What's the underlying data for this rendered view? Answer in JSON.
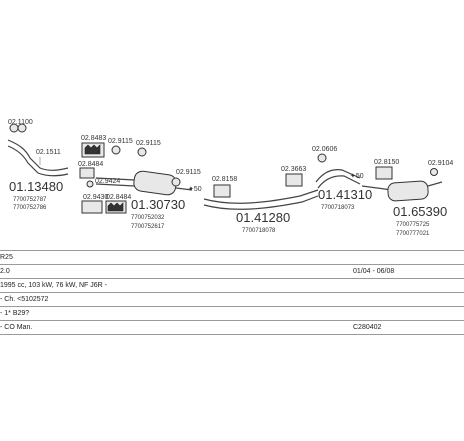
{
  "diagram": {
    "parts": {
      "p1_num": "01.13480",
      "p1_ref1": "7700752787",
      "p1_ref2": "7700752786",
      "p1_top": "02.1100",
      "p1_side": "02.1511",
      "p2_a": "02.8483",
      "p2_b": "02.9115",
      "p2_c": "02.9115",
      "p2_d": "02.8484",
      "p2_e": "02.9424",
      "p2_f": "02.8484",
      "p2_g": "02.9430",
      "p3_num": "01.30730",
      "p3_ref1": "7700752032",
      "p3_ref2": "7700752617",
      "p3_side": "02.9115",
      "p3_arrow": "50",
      "p4_side": "02.8158",
      "p4_num": "01.41280",
      "p4_ref": "7700718078",
      "p5_a": "02.3663",
      "p5_b": "02.0606",
      "p5_num": "01.41310",
      "p5_ref": "7700718073",
      "p5_arrow": "50",
      "p6_a": "02.8150",
      "p6_b": "02.9104",
      "p6_num": "01.65390",
      "p6_ref1": "7700775725",
      "p6_ref2": "7700777021"
    }
  },
  "info": {
    "rows": [
      {
        "left": "R25",
        "right": ""
      },
      {
        "left": "2.0",
        "right": "01/04 - 06/08"
      },
      {
        "left": "1995 cc, 103 kW, 76 kW, NF J6R -",
        "right": ""
      },
      {
        "left": "- Ch. <5102572",
        "right": ""
      },
      {
        "left": "- 1* B29?",
        "right": ""
      },
      {
        "left": "- CO Man.",
        "right": "C280402"
      }
    ]
  }
}
